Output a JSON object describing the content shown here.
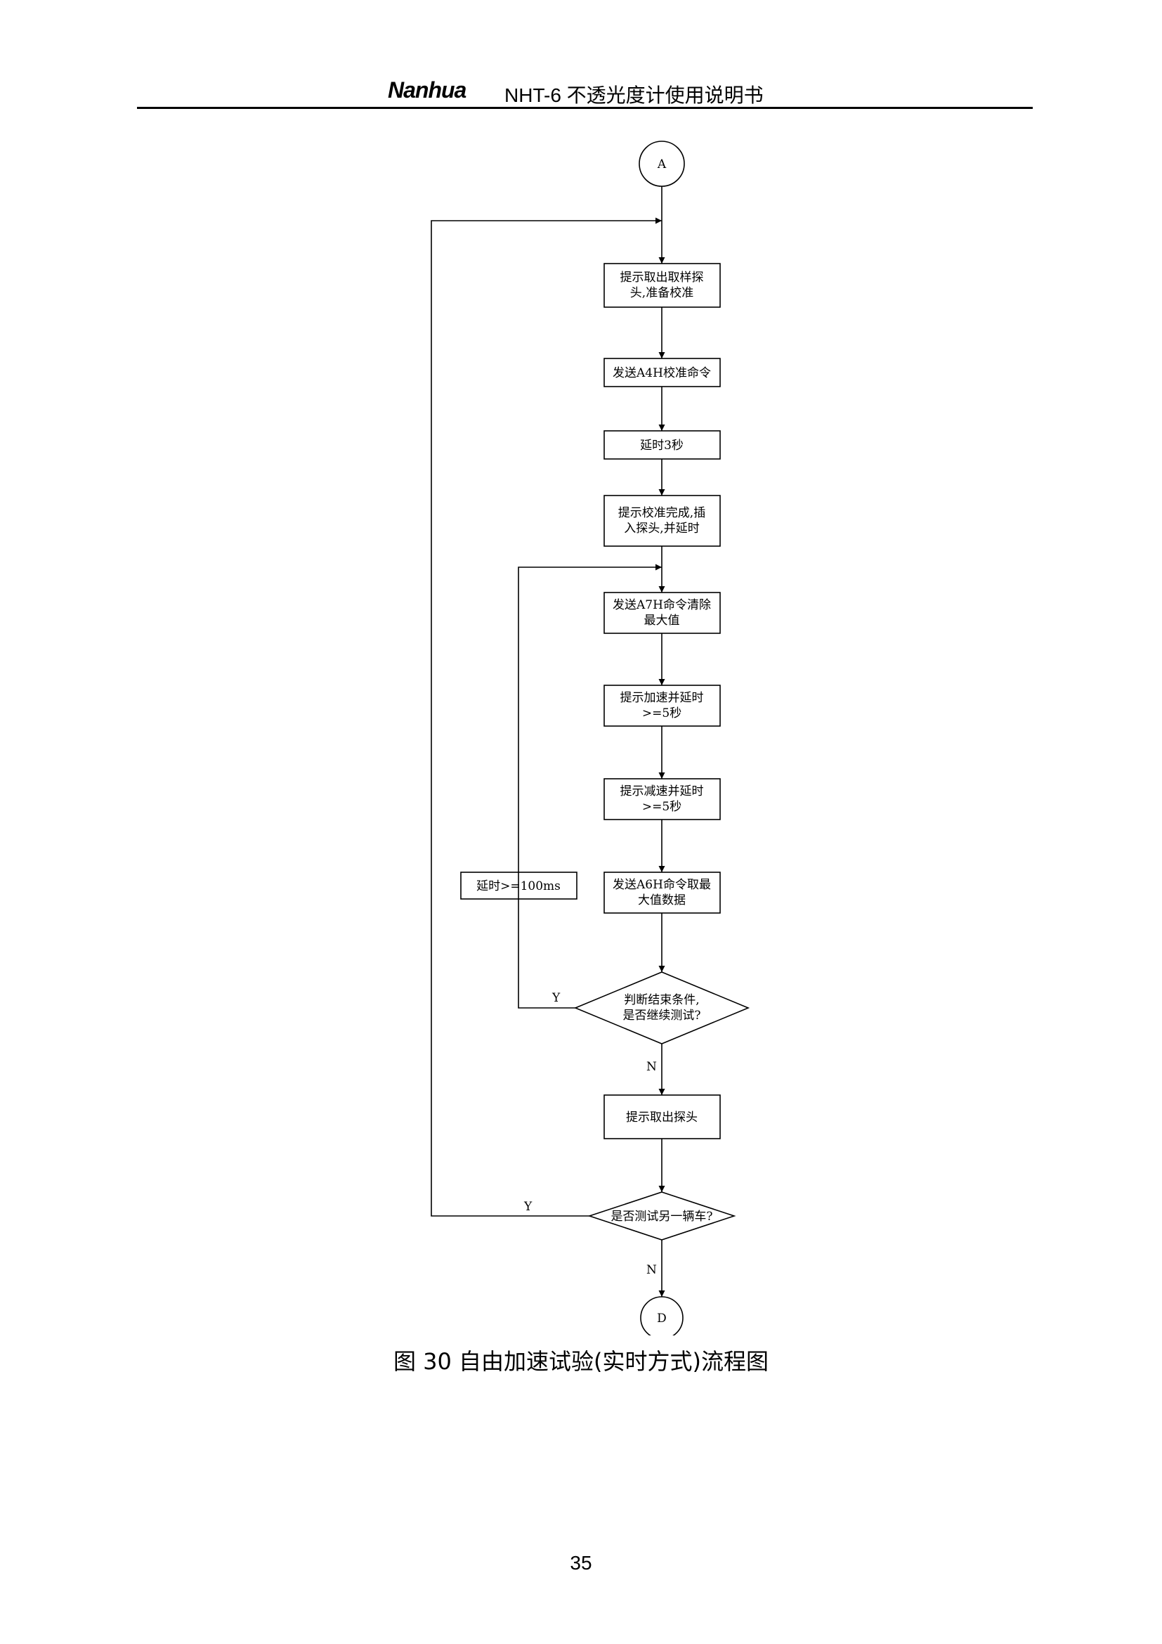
{
  "header": {
    "logo": "Nanhua",
    "title": "NHT-6 不透光度计使用说明书"
  },
  "flowchart": {
    "connector_start": "A",
    "connector_end": "D",
    "steps": {
      "s1": [
        "提示取出取样探",
        "头,准备校准"
      ],
      "s2": [
        "发送A4H校准命令"
      ],
      "s3": [
        "延时3秒"
      ],
      "s4": [
        "提示校准完成,插",
        "入探头,并延时"
      ],
      "s5": [
        "发送A7H命令清除",
        "最大值"
      ],
      "s6": [
        "提示加速并延时",
        ">=5秒"
      ],
      "s7": [
        "提示减速并延时",
        ">=5秒"
      ],
      "s8": [
        "发送A6H命令取最",
        "大值数据"
      ],
      "s9": [
        "提示取出探头"
      ],
      "delay": [
        "延时>=100ms"
      ]
    },
    "decisions": {
      "d1": [
        "判断结束条件,",
        "是否继续测试?"
      ],
      "d2": [
        "是否测试另一辆车?"
      ]
    },
    "labels": {
      "d1_yes": "Y",
      "d1_no": "N",
      "d2_yes": "Y",
      "d2_no": "N"
    }
  },
  "caption": "图 30 自由加速试验(实时方式)流程图",
  "page_number": "35"
}
